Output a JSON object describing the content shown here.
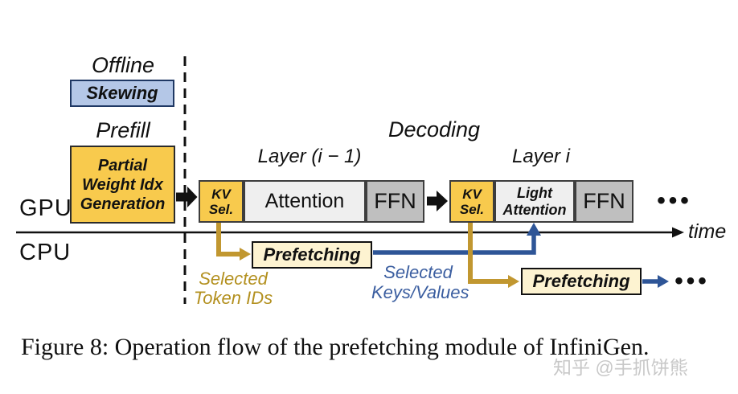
{
  "colors": {
    "kv_yellow": "#F8CA4D",
    "skewing_blue_fill": "#B4C7E7",
    "skewing_border_navy": "#1F3864",
    "attention_light_gray": "#EFEFEF",
    "ffn_gray": "#BFBFBF",
    "prefetch_cream": "#FDF3D1",
    "gold_arrow": "#C19730",
    "blue_arrow": "#2E5597",
    "watermark_gray": "#C8C8C8"
  },
  "diagram": {
    "phases": {
      "offline": "Offline",
      "prefill": "Prefill",
      "decoding": "Decoding"
    },
    "lanes": {
      "gpu": "GPU",
      "cpu": "CPU"
    },
    "axis": {
      "time": "time"
    },
    "offline_box": {
      "label": "Skewing"
    },
    "prefill_box": {
      "line1": "Partial",
      "line2": "Weight Idx",
      "line3": "Generation"
    },
    "layer_prev": {
      "title": "Layer (i − 1)",
      "kv_line1": "KV",
      "kv_line2": "Sel.",
      "attention": "Attention",
      "ffn": "FFN"
    },
    "layer_cur": {
      "title": "Layer i",
      "kv_line1": "KV",
      "kv_line2": "Sel.",
      "attention_line1": "Light",
      "attention_line2": "Attention",
      "ffn": "FFN"
    },
    "prefetch_prev": {
      "label": "Prefetching"
    },
    "prefetch_cur": {
      "label": "Prefetching"
    },
    "annotations": {
      "token_ids_line1": "Selected",
      "token_ids_line2": "Token IDs",
      "keys_values_line1": "Selected",
      "keys_values_line2": "Keys/Values"
    },
    "ellipsis_gpu": "•••",
    "ellipsis_cpu": "•••"
  },
  "caption": "Figure 8: Operation flow of the prefetching module of InfiniGen.",
  "watermark": "知乎 @手抓饼熊"
}
